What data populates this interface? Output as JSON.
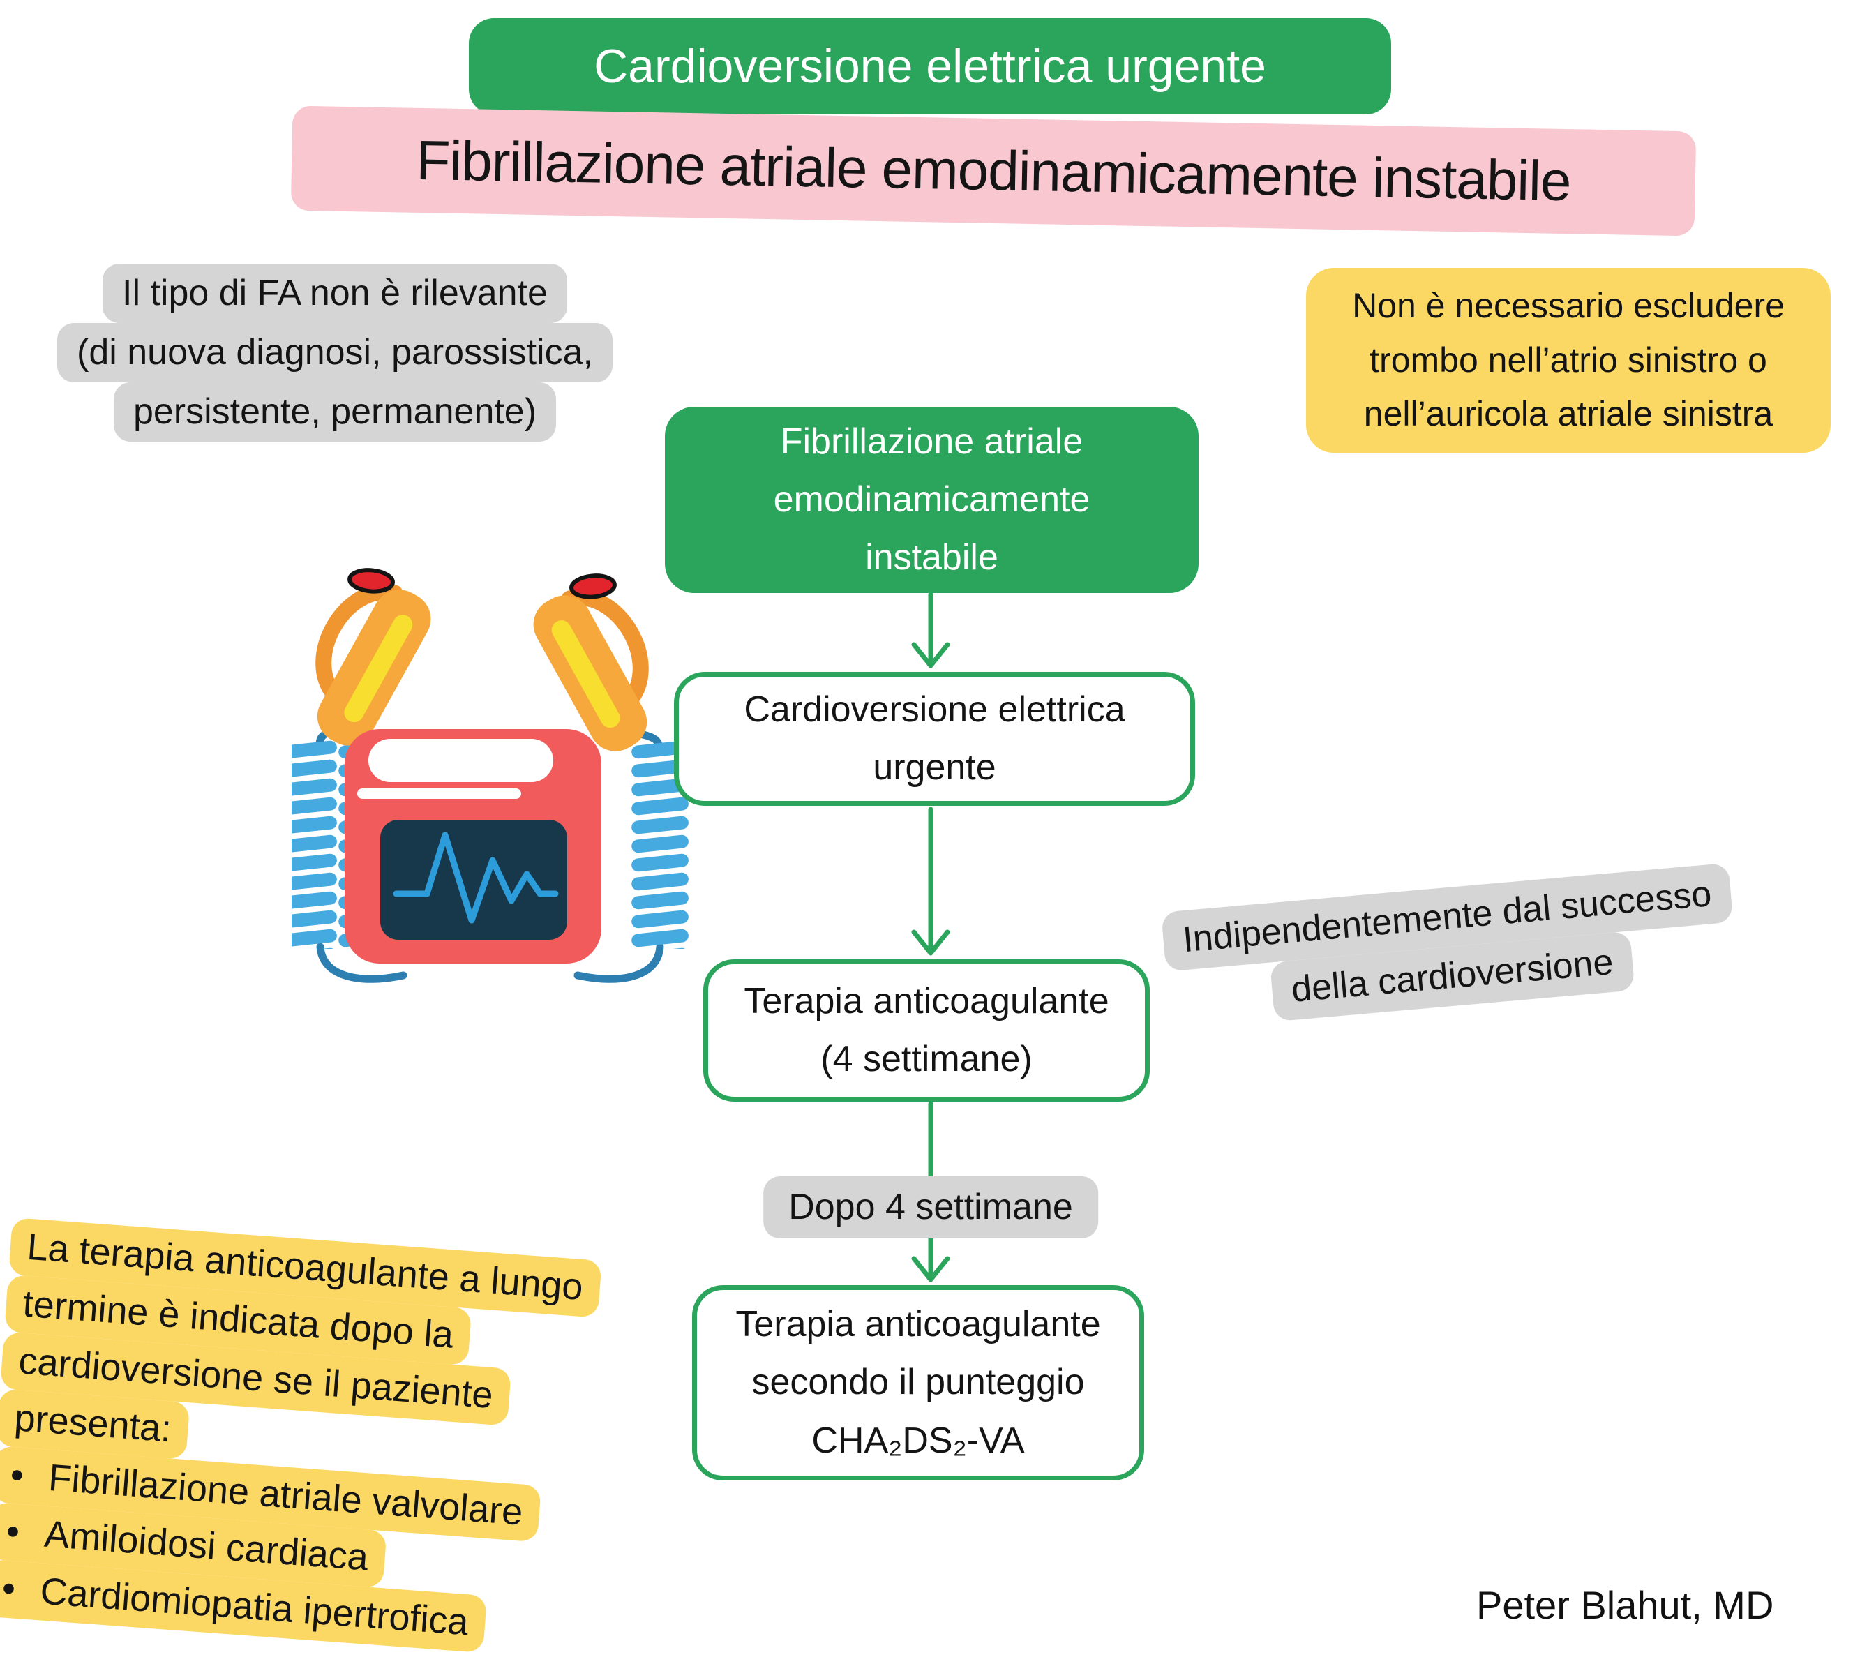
{
  "title_banner": {
    "label": "Cardioversione elettrica urgente"
  },
  "subtitle_banner": {
    "label": "Fibrillazione atriale emodinamicamente instabile"
  },
  "note_fa_type": {
    "lines": [
      "Il tipo di FA non è rilevante",
      "(di nuova diagnosi, parossistica,",
      "persistente, permanente)"
    ]
  },
  "note_no_thrombus": {
    "lines": [
      "Non è necessario escludere",
      "trombo nell’atrio sinistro o",
      "nell’auricola atriale sinistra"
    ]
  },
  "flowchart": {
    "start": {
      "lines": [
        "Fibrillazione atriale",
        "emodinamicamente",
        "instabile"
      ]
    },
    "cardioversion": {
      "lines": [
        "Cardioversione elettrica",
        "urgente"
      ]
    },
    "anticoagulation": {
      "lines": [
        "Terapia anticoagulante",
        "(4 settimane)"
      ]
    },
    "edge_label": "Dopo 4 settimane",
    "long_term": {
      "lines": [
        "Terapia anticoagulante",
        "secondo il punteggio",
        "CHA₂DS₂-VA"
      ]
    }
  },
  "note_success": {
    "lines": [
      "Indipendentemente dal successo",
      "della cardioversione"
    ]
  },
  "note_long_term": {
    "intro": [
      "La terapia anticoagulante a lungo",
      "termine è indicata dopo la",
      "cardioversione se il paziente",
      "presenta:"
    ],
    "bullet_char": "•",
    "bullets": [
      "Fibrillazione atriale valvolare",
      "Amiloidosi cardiaca",
      "Cardiomiopatia ipertrofica"
    ]
  },
  "signature": "Peter Blahut, MD",
  "icons": {
    "defibrillator": "defibrillator-icon",
    "flow_arrow": "arrow-down-icon"
  },
  "colors": {
    "green": "#2BA45C",
    "pink": "#F9C7D0",
    "gray_note": "#D5D5D5",
    "yellow_note": "#FBD863",
    "defib_red": "#F15B5C",
    "screen_navy": "#16384A",
    "ecg_blue": "#2D9CDB",
    "cable_blue": "#45AADF",
    "cable_dark": "#2C7FB0",
    "paddle_orange": "#F6A83C",
    "stripe_yellow": "#F8DF2F",
    "button_red": "#E2242C",
    "text": "#141414"
  }
}
